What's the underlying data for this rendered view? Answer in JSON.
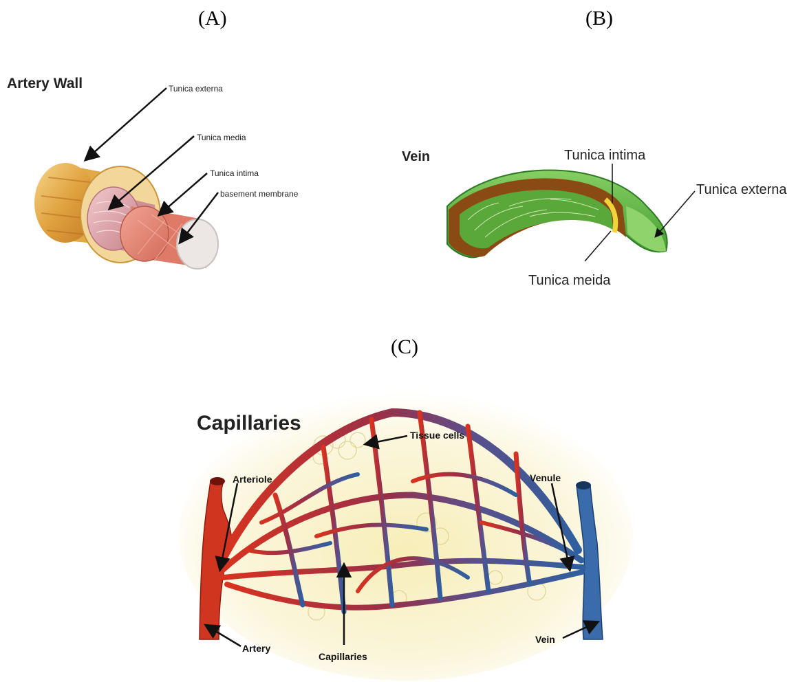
{
  "panels": {
    "a": {
      "label": "(A)"
    },
    "b": {
      "label": "(B)"
    },
    "c": {
      "label": "(C)"
    }
  },
  "artery": {
    "title": "Artery Wall",
    "labels": {
      "externa": "Tunica externa",
      "media": "Tunica media",
      "intima": "Tunica intima",
      "basement": "basement membrane"
    }
  },
  "vein": {
    "title": "Vein",
    "labels": {
      "intima": "Tunica intima",
      "externa": "Tunica externa",
      "media": "Tunica meida"
    }
  },
  "capillaries": {
    "title": "Capillaries",
    "labels": {
      "tissue_cells": "Tissue cells",
      "arteriole": "Arteriole",
      "venule": "Venule",
      "artery": "Artery",
      "capillaries": "Capillaries",
      "vein": "Vein"
    }
  },
  "colors": {
    "artery_outer": "#e8b04a",
    "artery_media": "#d9a0a6",
    "artery_intima": "#e38575",
    "artery_basement": "#ebe6e3",
    "vein_green": "#4fae3a",
    "vein_brown": "#8a4a14",
    "arterial_red": "#c62c23",
    "venous_blue": "#2f5f9e",
    "tissue_glow": "#f6efc3"
  }
}
